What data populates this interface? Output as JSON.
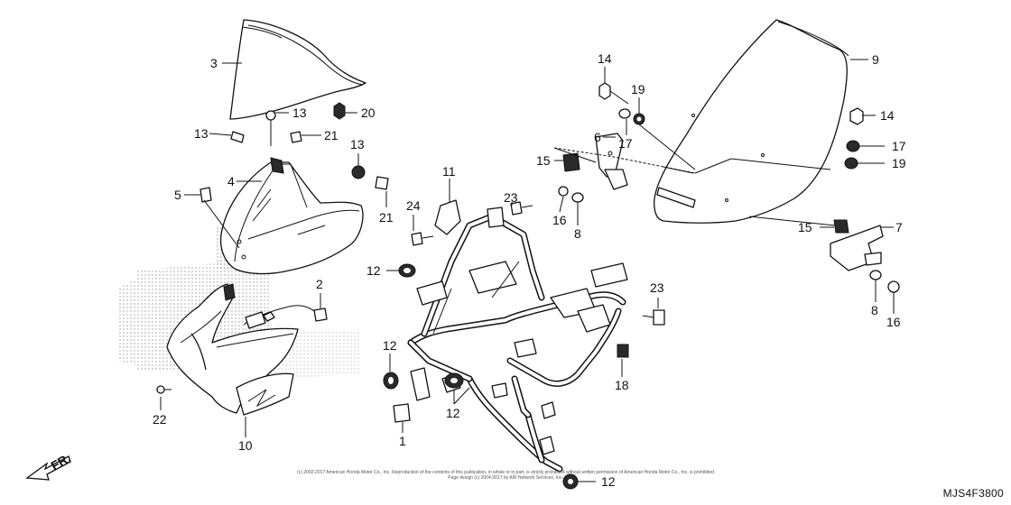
{
  "diagram": {
    "callouts": [
      {
        "id": "c3",
        "label": "3"
      },
      {
        "id": "c13a",
        "label": "13"
      },
      {
        "id": "c20",
        "label": "20"
      },
      {
        "id": "c13b",
        "label": "13"
      },
      {
        "id": "c21a",
        "label": "21"
      },
      {
        "id": "c13c",
        "label": "13"
      },
      {
        "id": "c4",
        "label": "4"
      },
      {
        "id": "c5",
        "label": "5"
      },
      {
        "id": "c21b",
        "label": "21"
      },
      {
        "id": "c24",
        "label": "24"
      },
      {
        "id": "c11",
        "label": "11"
      },
      {
        "id": "c23a",
        "label": "23"
      },
      {
        "id": "c12a",
        "label": "12"
      },
      {
        "id": "c2",
        "label": "2"
      },
      {
        "id": "c12b",
        "label": "12"
      },
      {
        "id": "c22",
        "label": "22"
      },
      {
        "id": "c10",
        "label": "10"
      },
      {
        "id": "c1",
        "label": "1"
      },
      {
        "id": "c12c",
        "label": "12"
      },
      {
        "id": "c12d",
        "label": "12"
      },
      {
        "id": "c23b",
        "label": "23"
      },
      {
        "id": "c18",
        "label": "18"
      },
      {
        "id": "c14a",
        "label": "14"
      },
      {
        "id": "c19a",
        "label": "19"
      },
      {
        "id": "c6",
        "label": "6"
      },
      {
        "id": "c17a",
        "label": "17"
      },
      {
        "id": "c15a",
        "label": "15"
      },
      {
        "id": "c16a",
        "label": "16"
      },
      {
        "id": "c8a",
        "label": "8"
      },
      {
        "id": "c9",
        "label": "9"
      },
      {
        "id": "c14b",
        "label": "14"
      },
      {
        "id": "c17b",
        "label": "17"
      },
      {
        "id": "c19b",
        "label": "19"
      },
      {
        "id": "c15b",
        "label": "15"
      },
      {
        "id": "c7",
        "label": "7"
      },
      {
        "id": "c8b",
        "label": "8"
      },
      {
        "id": "c16b",
        "label": "16"
      }
    ],
    "front_arrow_label": "FR.",
    "diagram_code": "MJS4F3800",
    "copyright_line1": "(c) 2002-2017 American Honda Motor Co., Inc. Reproduction of the contents of this publication, in whole or in part, is strictly prohibited without written permission of American Honda Motor Co., Inc. is prohibited",
    "copyright_line2": "Page design (c) 2004-2017 by ARI Network Services, Inc."
  }
}
